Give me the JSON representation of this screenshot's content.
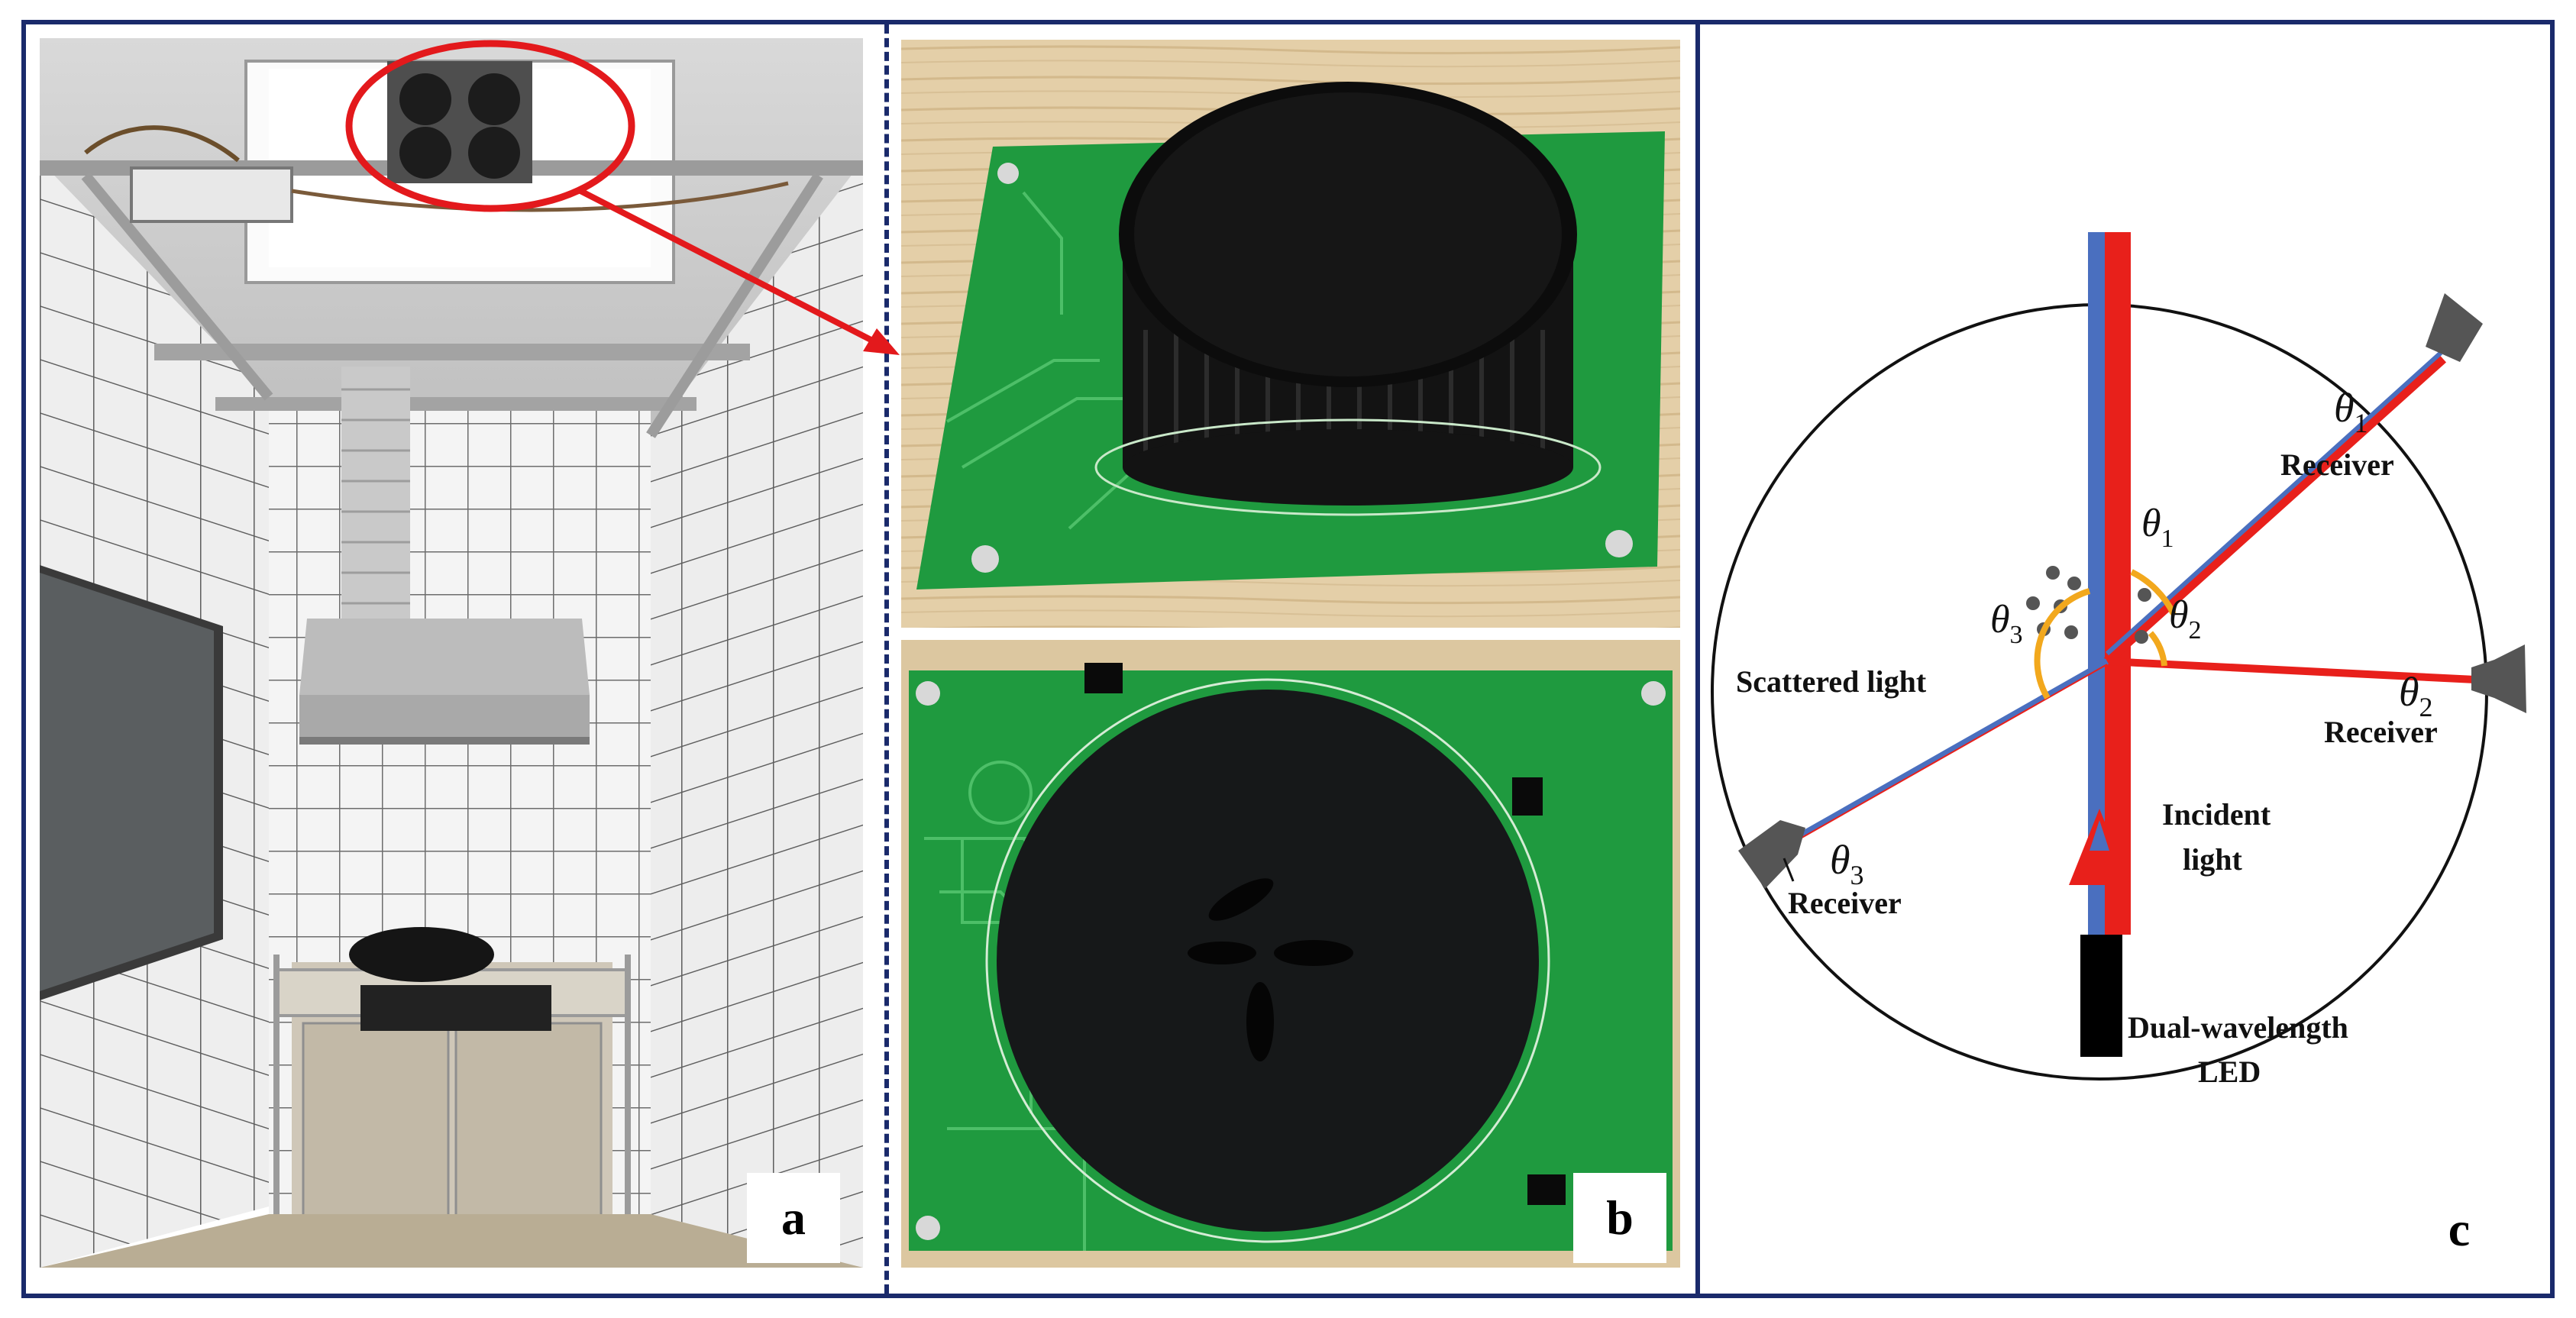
{
  "panels": {
    "a": {
      "letter": "a"
    },
    "b": {
      "letter": "b"
    },
    "c": {
      "letter": "c"
    }
  },
  "diagram": {
    "labels": {
      "scattered_light": "Scattered light",
      "incident_light_line1": "Incident",
      "incident_light_line2": "light",
      "led_line1": "Dual-wavelength",
      "led_line2": "LED",
      "receiver1": "Receiver",
      "receiver2": "Receiver",
      "receiver3": "Receiver"
    },
    "angles": {
      "theta1": {
        "symbol": "θ",
        "sub": "1"
      },
      "theta2": {
        "symbol": "θ",
        "sub": "2"
      },
      "theta3": {
        "symbol": "θ",
        "sub": "3"
      }
    },
    "colors": {
      "frame": "#1a2a6b",
      "red_beam": "#e8201b",
      "blue_beam": "#4a6fbf",
      "angle_arc": "#f2a81d",
      "receiver": "#555555",
      "pcb_green": "#1f9a3f",
      "callout_red": "#e3191c"
    }
  }
}
